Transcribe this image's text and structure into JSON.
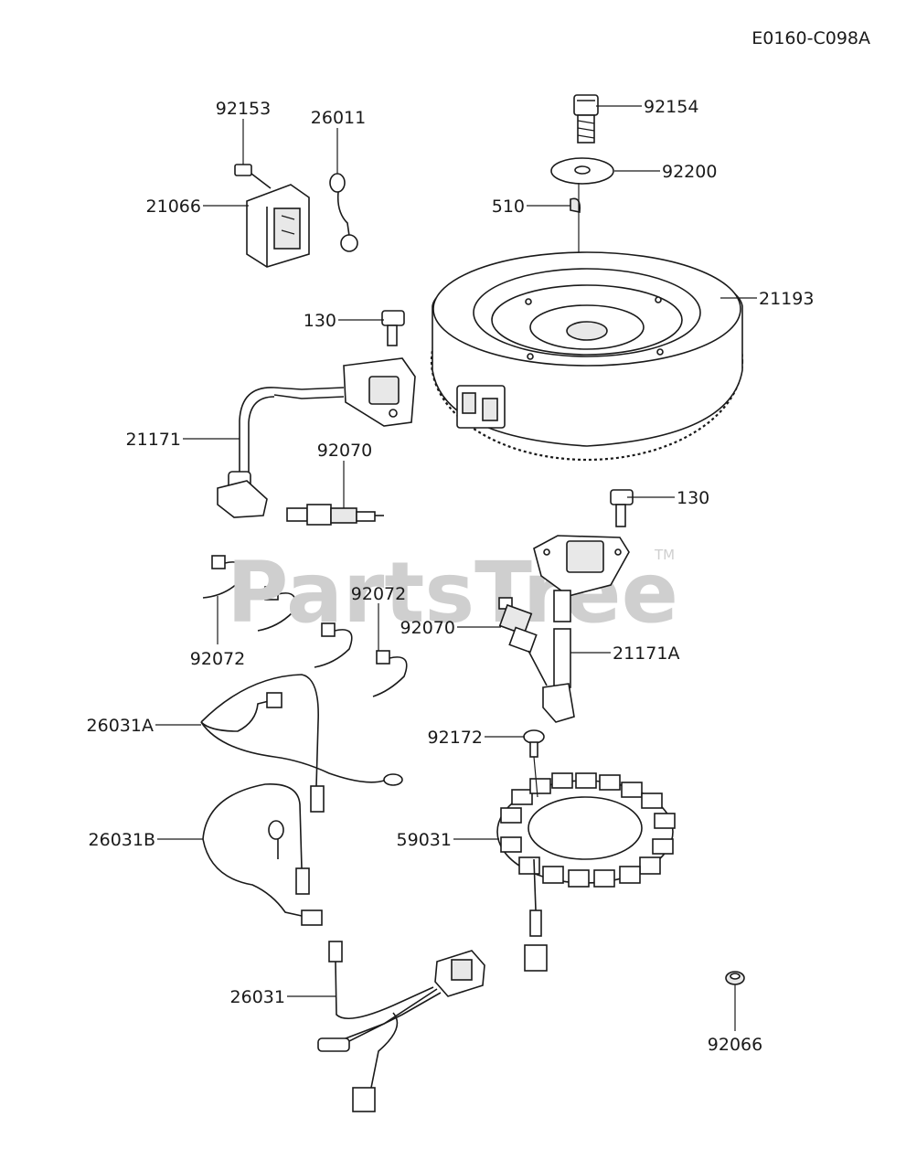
{
  "diagram_code": "E0160-C098A",
  "watermark": {
    "text": "PartsTree",
    "trademark": "TM"
  },
  "callouts": [
    {
      "id": "92154",
      "label": "92154"
    },
    {
      "id": "92200",
      "label": "92200"
    },
    {
      "id": "510",
      "label": "510"
    },
    {
      "id": "21193",
      "label": "21193"
    },
    {
      "id": "92153",
      "label": "92153"
    },
    {
      "id": "26011",
      "label": "26011"
    },
    {
      "id": "21066",
      "label": "21066"
    },
    {
      "id": "130a",
      "label": "130"
    },
    {
      "id": "21171",
      "label": "21171"
    },
    {
      "id": "92070a",
      "label": "92070"
    },
    {
      "id": "130b",
      "label": "130"
    },
    {
      "id": "92072a",
      "label": "92072"
    },
    {
      "id": "92072b",
      "label": "92072"
    },
    {
      "id": "92070b",
      "label": "92070"
    },
    {
      "id": "21171A",
      "label": "21171A"
    },
    {
      "id": "26031A",
      "label": "26031A"
    },
    {
      "id": "92172",
      "label": "92172"
    },
    {
      "id": "59031",
      "label": "59031"
    },
    {
      "id": "26031B",
      "label": "26031B"
    },
    {
      "id": "26031",
      "label": "26031"
    },
    {
      "id": "92066",
      "label": "92066"
    }
  ]
}
